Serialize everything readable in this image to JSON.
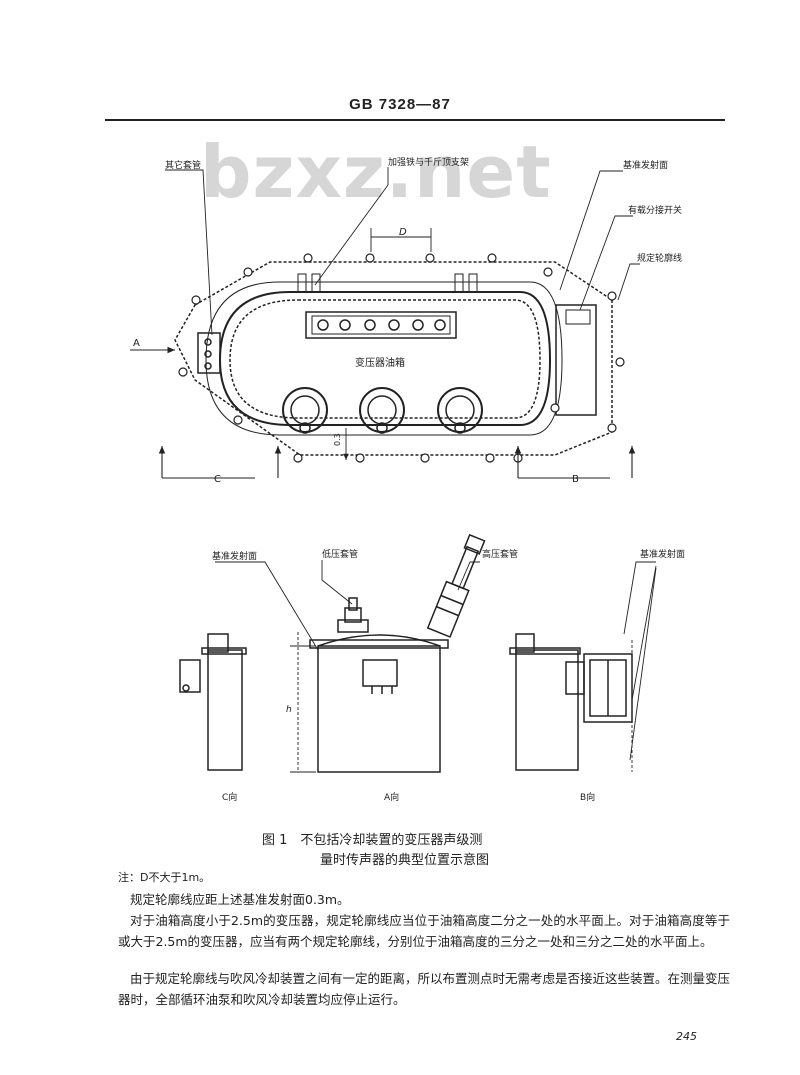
{
  "header": {
    "code": "GB 7328—87"
  },
  "watermark": "bzxz.net",
  "top_diagram": {
    "labels": {
      "other_bushing": "其它套管",
      "stiffener": "加强铁与千斤顶支架",
      "ref_surface": "基准发射面",
      "tap_changer": "有载分接开关",
      "contour": "规定轮廓线",
      "tank": "变压器油箱",
      "dim_d": "D",
      "dim_03": "0.3",
      "dir_a": "A",
      "dir_b": "B",
      "dir_c": "C"
    }
  },
  "bottom_diagram": {
    "labels": {
      "ref_surface_left": "基准发射面",
      "low_bushing": "低压套管",
      "high_bushing": "高压套管",
      "ref_surface_right": "基准发射面",
      "dim_h": "h",
      "view_c": "C向",
      "view_a": "A向",
      "view_b": "B向"
    }
  },
  "caption": {
    "line1": "图 1　不包括冷却装置的变压器声级测",
    "line2": "量时传声器的典型位置示意图"
  },
  "note": "注：D不大于1m。",
  "paragraphs": [
    "规定轮廓线应距上述基准发射面0.3m。",
    "对于油箱高度小于2.5m的变压器，规定轮廓线应当位于油箱高度二分之一处的水平面上。对于油箱高度等于或大于2.5m的变压器，应当有两个规定轮廓线，分别位于油箱高度的三分之一处和三分之二处的水平面上。",
    "由于规定轮廓线与吹风冷却装置之间有一定的距离，所以布置测点时无需考虑是否接近这些装置。在测量变压器时，全部循环油泵和吹风冷却装置均应停止运行。"
  ],
  "page_number": "245"
}
